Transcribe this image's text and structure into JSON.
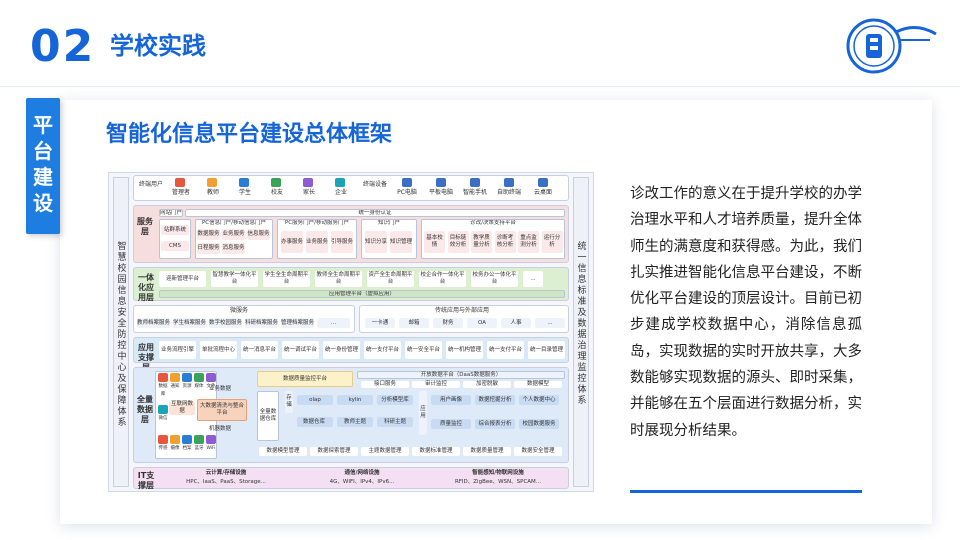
{
  "header": {
    "number": "02",
    "title": "学校实践"
  },
  "tab": {
    "label": "平台建设"
  },
  "main": {
    "heading": "智能化信息平台建设总体框架",
    "description": "诊改工作的意义在于提升学校的办学治理水平和人才培养质量，提升全体师生的满意度和获得感。为此，我们扎实推进智能化信息平台建设，不断优化平台建设的顶层设计。目前已初步建成学校数据中心，消除信息孤岛，实现数据的实时开放共享，大多数能够实现数据的源头、即时采集，并能够在五个层面进行数据分析，实时展现分析结果。"
  },
  "diagram": {
    "left_col": "智慧校园信息安全防控中心及保障体系",
    "right_col": "统一信息标准及数据治理监控体系",
    "users_label": "终端用户",
    "users": [
      "管理者",
      "教师",
      "学生",
      "校友",
      "家长",
      "企业"
    ],
    "devices_label": "终端设备",
    "devices": [
      "PC电脑",
      "平板电脑",
      "智能手机",
      "自助终端",
      "云桌面"
    ],
    "service": {
      "label": "服务层",
      "portal": "网站门户",
      "auth": "统一身份认证",
      "site_items": [
        "站群系统",
        "CMS"
      ],
      "pc_portal": "PC信息门户/移动信息门户",
      "pc_items": [
        "数据服务",
        "业务服务",
        "信息服务",
        "日程服务",
        "消息服务"
      ],
      "pc_service_portal": "PC服务门户/移动服务门户",
      "svc_items": [
        "办事服务",
        "业务服务",
        "引导服务"
      ],
      "knowledge": "知识门户",
      "know_items": [
        "知识分享",
        "知识管理"
      ],
      "decision": "诊改/决策支持平台",
      "dec_items": [
        "基本校情",
        "目标链效分析",
        "教学质量分析",
        "诊断考核分析",
        "重点监测分析",
        "运行分析"
      ]
    },
    "integration": {
      "label": "一体化应用层",
      "items": [
        "迎新管理平台",
        "智慧教学一体化平台",
        "学生全生命周期平台",
        "教师全生命周期平台",
        "资产全生命周期平台",
        "校企合作一体化平台",
        "校务办公一体化平台",
        "..."
      ],
      "app_mgmt": "应用管理平台（虚拟应用）"
    },
    "micro": {
      "label": "微服务",
      "items": [
        "教师档案服务",
        "学生档案服务",
        "数字校园服务",
        "科研档案服务",
        "管理档案服务",
        "..."
      ]
    },
    "legacy": {
      "label": "传统应用与外部应用",
      "items": [
        "一卡通",
        "邮箱",
        "财务",
        "OA",
        "人事",
        "..."
      ]
    },
    "support": {
      "label": "应用支撑层",
      "items": [
        "业务流程引擎",
        "单批流程中心",
        "统一消息平台",
        "统一调试平台",
        "统一身份管理",
        "统一支付平台",
        "统一安全平台",
        "统一机构管理",
        "统一支付平台",
        "统一目录管理"
      ]
    },
    "data": {
      "label": "全量数据层",
      "sources": [
        "数据库",
        "通知",
        "资源",
        "媒体",
        "文件",
        "微信",
        "传感",
        "摄像",
        "档案",
        "蓝牙",
        "WiFi"
      ],
      "iot": "互联网数据",
      "business": "业务数据",
      "bigdata": "大数据清洗与整合平台",
      "machine": "机器数据",
      "quality": "数据质量监控平台",
      "open": "开放数据平台（DaaS数据服务）",
      "open_items": [
        "接口服务",
        "审计监控",
        "加密脱敏",
        "数据模型"
      ],
      "center": "全量数据仓库",
      "storage": "存储",
      "store_items": [
        "olap",
        "kylin",
        "分析模型库",
        "学生主题",
        "教师主题",
        "科研主题",
        "数据仓库"
      ],
      "app_label": "应用",
      "app_items": [
        "用户画像",
        "数据挖掘分析",
        "个人数据中心",
        "质量监控",
        "综合报表分析",
        "校园数据服务"
      ],
      "bottom": [
        "数据模型管理",
        "数据探索管理",
        "主题数据管理",
        "数据标准管理",
        "数据质量管理",
        "数据安全管理"
      ]
    },
    "it": {
      "label": "IT支撑层",
      "groups": [
        {
          "title": "云计算/存储设施",
          "sub": "HPC、IaaS、PaaS、Storage..."
        },
        {
          "title": "通信/网络设施",
          "sub": "4G、WIFI、IPv4、IPv6..."
        },
        {
          "title": "智能感知/物联网设施",
          "sub": "RFID、ZigBee、WSN、SPCAM..."
        }
      ]
    }
  },
  "colors": {
    "brand": "#1565d8",
    "tab": "#1e7de0"
  }
}
